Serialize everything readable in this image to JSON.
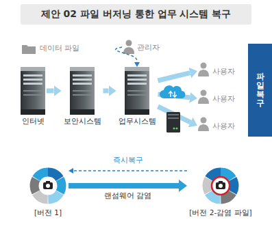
{
  "diagram": {
    "title": "제안 02 파일 버저닝 통한 업무 시스템 복구",
    "nodes": [
      {
        "text": [
          "관리자"
        ]
      },
      {
        "text": [
          "인터넷"
        ]
      },
      {
        "text": [
          "보안시스템"
        ]
      },
      {
        "text": [
          "업무시스템"
        ]
      },
      {
        "text": [
          "사용자"
        ]
      },
      {
        "text": [
          "사용자"
        ]
      },
      {
        "text": [
          "사용자"
        ]
      },
      {
        "text": [
          "파일 복구"
        ]
      },
      {
        "text": [
          "[버전 1]"
        ]
      },
      {
        "text": [
          "[버전 2-감염 파일]"
        ]
      }
    ],
    "edges": [
      {
        "from": 1,
        "to": 2,
        "arrow": "to"
      },
      {
        "from": 2,
        "to": 3,
        "arrow": "to"
      },
      {
        "from": 3,
        "to": 4,
        "arrow": "to"
      },
      {
        "from": 3,
        "to": 5,
        "arrow": "to"
      },
      {
        "from": 3,
        "to": 6,
        "arrow": "to"
      },
      {
        "from": 0,
        "to": 3,
        "arrow": "to"
      },
      {
        "from": 8,
        "to": 9,
        "label": "랜섬웨어 감염",
        "arrow": "to"
      },
      {
        "from": 9,
        "to": 8,
        "label": "즉시복구",
        "arrow": "to"
      }
    ],
    "labels": [
      "데이터 파일"
    ]
  }
}
